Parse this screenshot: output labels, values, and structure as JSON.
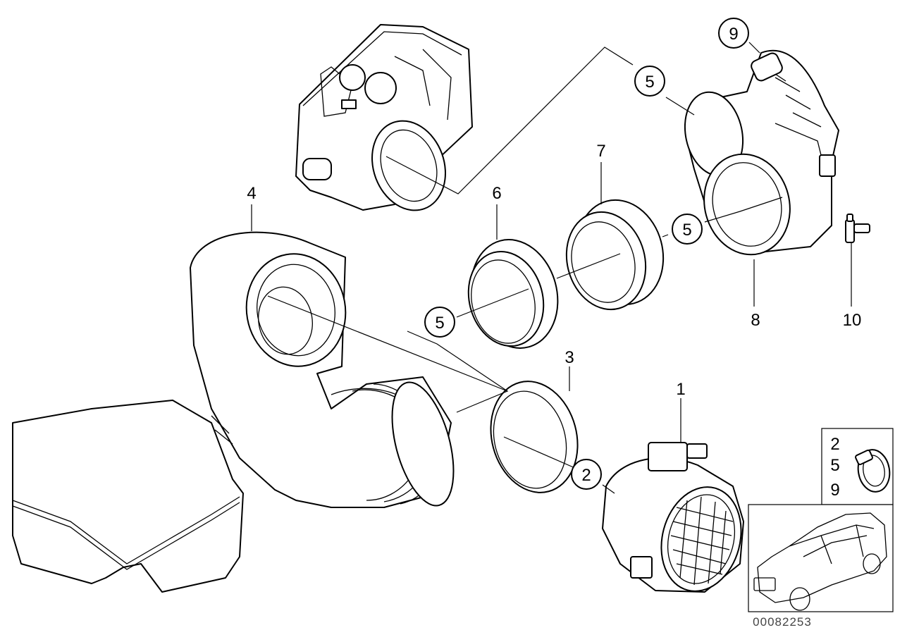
{
  "diagram_id": "00082253",
  "callouts": {
    "c1": "1",
    "c2": "2",
    "c3": "3",
    "c4": "4",
    "c5a": "5",
    "c5b": "5",
    "c5c": "5",
    "c6": "6",
    "c7": "7",
    "c8": "8",
    "c9": "9",
    "c10": "10"
  },
  "legend_box": {
    "items": [
      "2",
      "5",
      "9"
    ]
  }
}
